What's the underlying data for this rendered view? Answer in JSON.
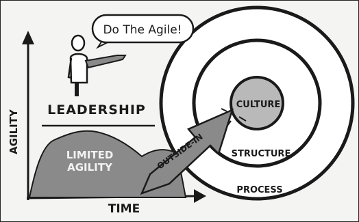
{
  "diagram": {
    "speech_bubble": "Do The Agile!",
    "y_axis_label": "AGILITY",
    "x_axis_label": "TIME",
    "leadership_label": "LEADERSHIP",
    "limited_label_line1": "LIMITED",
    "limited_label_line2": "AGILITY",
    "arrow_label": "OUTSIDE-IN",
    "rings": {
      "inner": "CULTURE",
      "middle": "STRUCTURE",
      "outer": "PROCESS"
    },
    "colors": {
      "ink": "#1a1a1a",
      "mountain_gray": "#8a8a8a",
      "culture_gray": "#b9b9b9",
      "background": "#f4f4f2"
    }
  }
}
